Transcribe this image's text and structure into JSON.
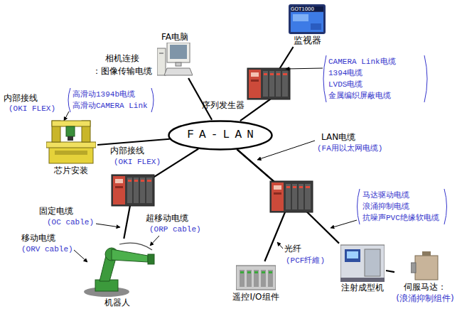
{
  "diagram": {
    "nodes": [
      {
        "text": [
          "监视器"
        ]
      },
      {
        "text": [
          "FA电脑"
        ]
      },
      {
        "text": [
          "FA-LAN"
        ]
      },
      {
        "text": [
          "芯片安装"
        ]
      },
      {
        "text": [
          "机器人"
        ]
      },
      {
        "text": [
          "遥控I/O组件"
        ]
      },
      {
        "text": [
          "注射成型机"
        ]
      },
      {
        "text": [
          "伺服马达：",
          "(浪涌抑制组件)"
        ]
      }
    ],
    "edges": [
      {
        "from": 2,
        "to": 1,
        "arrow": "none"
      },
      {
        "from": 2,
        "to": 0,
        "arrow": "none"
      },
      {
        "from": 2,
        "to": 3,
        "arrow": "none"
      },
      {
        "from": 2,
        "to": 4,
        "arrow": "none"
      },
      {
        "from": 2,
        "to": 5,
        "arrow": "none"
      },
      {
        "from": 2,
        "to": 6,
        "arrow": "none"
      },
      {
        "from": 6,
        "to": 7,
        "arrow": "none"
      }
    ],
    "labels": [
      "GOT1000",
      "相机连接",
      "：图像传输电缆",
      "序列发生器",
      "CAMERA Link电缆",
      "1394电缆",
      "LVDS电缆",
      "金属编织屏蔽电缆",
      "LAN电缆",
      "(FA用以太网电缆)",
      "内部接线",
      "(OKI FLEX)",
      "高滑动1394b电缆",
      "高滑动CAMERA Link",
      "内部接线",
      "(OKI FLEX)",
      "固定电缆",
      "(OC cable)",
      "超移动电缆",
      "(ORP cable)",
      "移动电缆",
      "(ORV cable)",
      "光纤",
      "(PCF纤維)",
      "马达驱动电缆",
      "浪涌抑制电缆",
      "抗噪声PVC绝缘软电缆"
    ]
  }
}
